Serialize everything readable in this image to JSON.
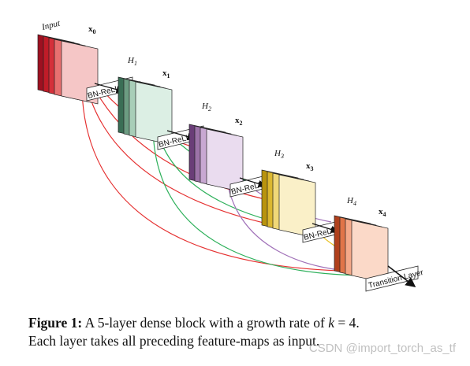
{
  "labels": {
    "input": "Input",
    "x0": "x",
    "x0_sub": "0",
    "x1": "x",
    "x1_sub": "1",
    "x2": "x",
    "x2_sub": "2",
    "x3": "x",
    "x3_sub": "3",
    "x4": "x",
    "x4_sub": "4",
    "h1": "H",
    "h1_sub": "1",
    "h2": "H",
    "h2_sub": "2",
    "h3": "H",
    "h3_sub": "3",
    "h4": "H",
    "h4_sub": "4",
    "bn1": "BN-ReLU-Conv",
    "bn2": "BN-ReLU-Conv",
    "bn3": "BN-ReLU-Conv",
    "bn4": "BN-ReLU-Conv",
    "transition": "Transition Layer"
  },
  "caption": {
    "label": "Figure 1:",
    "text_before_k": "A 5-layer dense block with a growth rate of",
    "k": "k",
    "eq": "= 4.",
    "line2": "Each layer takes all preceding feature-maps as input."
  },
  "watermark": "CSDN @import_torch_as_tf",
  "colors": {
    "input_dark": "#9e1020",
    "input_mid": "#d5303a",
    "input_light": "#f5c6c6",
    "layer1_dark": "#3a6e55",
    "layer1_light": "#dcefe4",
    "layer2_dark": "#6a3d78",
    "layer2_light": "#eadcef",
    "layer3_dark": "#b8930e",
    "layer3_light": "#faf0c8",
    "layer4_dark": "#b0401c",
    "layer4_light": "#fbd9c8",
    "arc_red": "#e53030",
    "arc_green": "#2db05a",
    "arc_purple": "#a070b8",
    "arc_yellow": "#e8c020"
  }
}
